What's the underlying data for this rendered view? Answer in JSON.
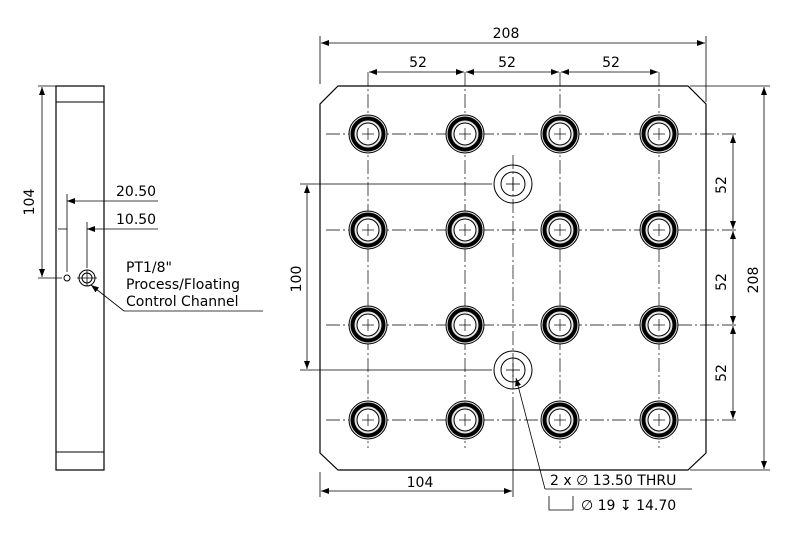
{
  "dimensions": {
    "overall_width": "208",
    "pitch_top_1": "52",
    "pitch_top_2": "52",
    "pitch_top_3": "52",
    "overall_height": "208",
    "pitch_right_1": "52",
    "pitch_right_2": "52",
    "pitch_right_3": "52",
    "mount_spacing": "100",
    "half_width": "104",
    "side_height": "104",
    "offset_a": "20.50",
    "offset_b": "10.50"
  },
  "notes": {
    "port_line1": "PT1/8\"",
    "port_line2": "Process/Floating",
    "port_line3": "Control Channel",
    "hole_line1": "2 x ∅ 13.50 THRU",
    "hole_line2": "∅ 19 ↧ 14.70"
  }
}
